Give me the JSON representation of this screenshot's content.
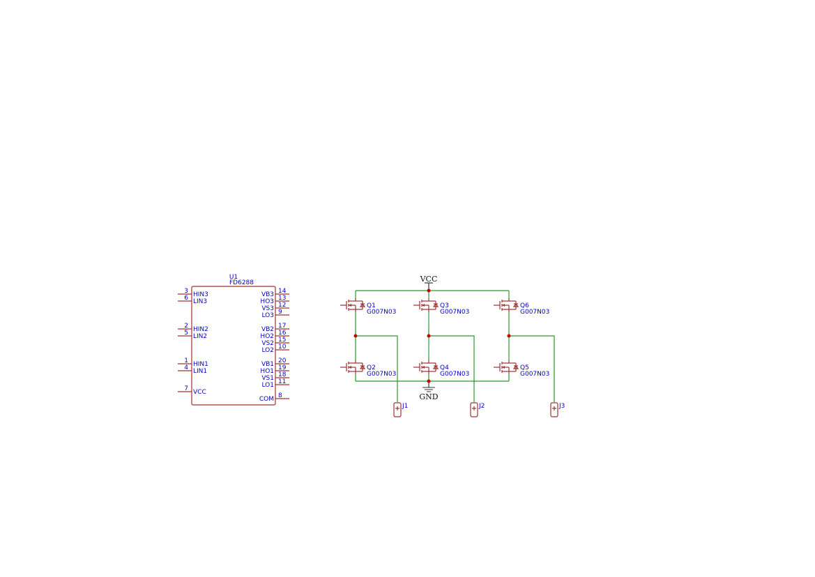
{
  "colors": {
    "wire": "#2a9a2a",
    "symbol": "#a03030",
    "text": "#0000c4",
    "junction": "#c80000"
  },
  "ic": {
    "ref": "U1",
    "value": "FD6288",
    "left_pins": [
      {
        "num": "3",
        "name": "HIN3"
      },
      {
        "num": "6",
        "name": "LIN3"
      },
      {
        "num": "2",
        "name": "HIN2"
      },
      {
        "num": "5",
        "name": "LIN2"
      },
      {
        "num": "1",
        "name": "HIN1"
      },
      {
        "num": "4",
        "name": "LIN1"
      },
      {
        "num": "7",
        "name": "VCC"
      }
    ],
    "right_pins": [
      {
        "num": "14",
        "name": "VB3"
      },
      {
        "num": "13",
        "name": "HO3"
      },
      {
        "num": "12",
        "name": "VS3"
      },
      {
        "num": "9",
        "name": "LO3"
      },
      {
        "num": "17",
        "name": "VB2"
      },
      {
        "num": "16",
        "name": "HO2"
      },
      {
        "num": "15",
        "name": "VS2"
      },
      {
        "num": "10",
        "name": "LO2"
      },
      {
        "num": "20",
        "name": "VB1"
      },
      {
        "num": "19",
        "name": "HO1"
      },
      {
        "num": "18",
        "name": "VS1"
      },
      {
        "num": "11",
        "name": "LO1"
      },
      {
        "num": "8",
        "name": "COM"
      }
    ]
  },
  "power": {
    "vcc": "VCC",
    "gnd": "GND"
  },
  "mosfets": [
    {
      "ref": "Q1",
      "value": "G007N03"
    },
    {
      "ref": "Q2",
      "value": "G007N03"
    },
    {
      "ref": "Q3",
      "value": "G007N03"
    },
    {
      "ref": "Q4",
      "value": "G007N03"
    },
    {
      "ref": "Q6",
      "value": "G007N03"
    },
    {
      "ref": "Q5",
      "value": "G007N03"
    }
  ],
  "connectors": [
    {
      "ref": "J1"
    },
    {
      "ref": "J2"
    },
    {
      "ref": "J3"
    }
  ]
}
